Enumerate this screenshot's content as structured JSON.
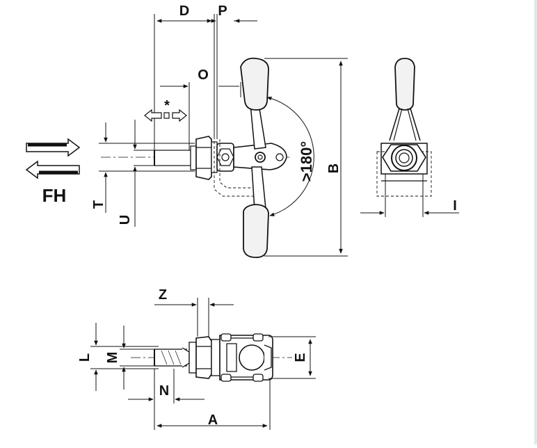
{
  "labels": {
    "D": "D",
    "P": "P",
    "O": "O",
    "B": "B",
    "T": "T",
    "U": "U",
    "I": "I",
    "angle": ">180°",
    "star": "*",
    "FH": "FH",
    "Z": "Z",
    "L": "L",
    "M": "M",
    "E": "E",
    "N": "N",
    "A": "A"
  },
  "colors": {
    "line": "#111111",
    "part_fill": "#ffffff",
    "grip_fill": "#f2f2f2",
    "frame": "#e6e6e6"
  }
}
